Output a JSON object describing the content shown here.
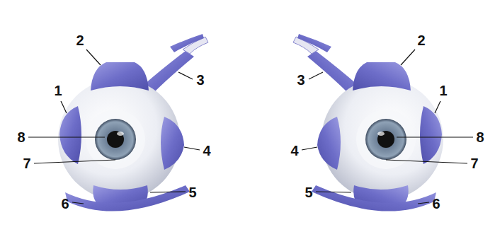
{
  "diagram": {
    "labels": [
      "2",
      "3",
      "1",
      "8",
      "4",
      "7",
      "5",
      "6",
      "2",
      "3",
      "1",
      "8",
      "4",
      "7",
      "5",
      "6"
    ]
  }
}
